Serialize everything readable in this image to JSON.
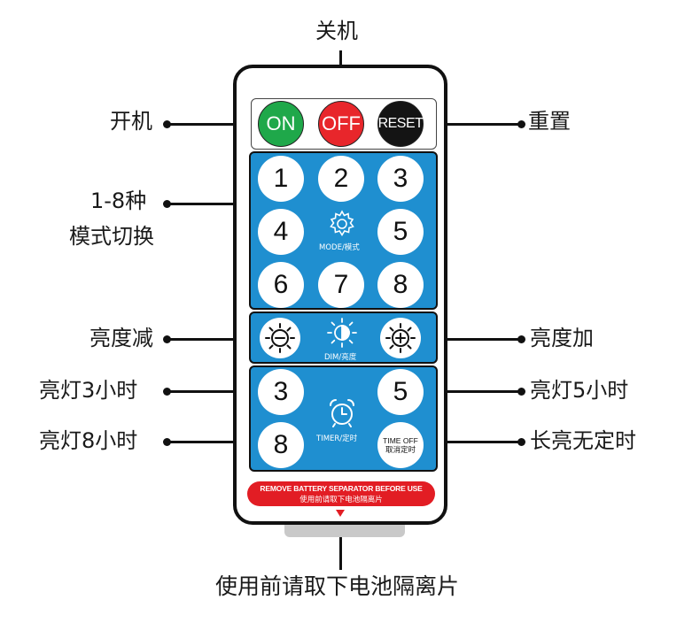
{
  "labels": {
    "power_off": "关机",
    "power_on": "开机",
    "reset": "重置",
    "modes_line1": "1-8种",
    "modes_line2": "模式切换",
    "dim_down": "亮度减",
    "dim_up": "亮度加",
    "timer3": "亮灯3小时",
    "timer5": "亮灯5小时",
    "timer8": "亮灯8小时",
    "timer_off": "长亮无定时",
    "separator": "使用前请取下电池隔离片"
  },
  "buttons": {
    "on": "ON",
    "off": "OFF",
    "reset": "RESET",
    "mode_numbers": [
      "1",
      "2",
      "3",
      "4",
      "5",
      "6",
      "7",
      "8"
    ],
    "mode_caption": "MODE/模式",
    "dim_caption": "DIM/亮度",
    "timer_3": "3",
    "timer_5": "5",
    "timer_8": "8",
    "timer_caption": "TIMER/定时",
    "time_off_en": "TIME OFF",
    "time_off_cn": "取消定时"
  },
  "warning": {
    "en": "REMOVE BATTERY SEPARATOR BEFORE USE",
    "cn": "使用前请取下电池隔离片"
  },
  "icons": [
    "gear-icon",
    "sun-minus-icon",
    "half-sun-icon",
    "sun-plus-icon",
    "alarm-clock-icon",
    "down-arrow-icon"
  ],
  "colors": {
    "on": "#1fa84a",
    "off": "#e8262b",
    "reset": "#141414",
    "panel": "#1f8fd0",
    "warning": "#e21d24"
  }
}
